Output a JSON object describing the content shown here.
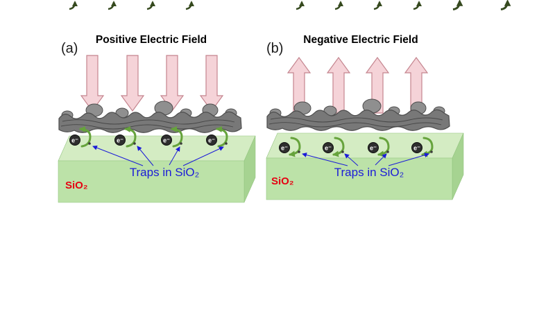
{
  "figure": {
    "type": "scientific-schematic",
    "description_visible_text_only": true
  },
  "panels": [
    {
      "label": "(a)",
      "title": "Positive Electric Field",
      "field_arrow_direction": "down",
      "field_arrow_count": 4,
      "substrate_label": "SiO₂",
      "traps_label": "Traps in SiO₂",
      "electrons": [
        "e⁻",
        "e⁻",
        "e⁻",
        "e⁻"
      ]
    },
    {
      "label": "(b)",
      "title": "Negative Electric Field",
      "field_arrow_direction": "up",
      "field_arrow_count": 4,
      "substrate_label": "SiO₂",
      "traps_label": "Traps in SiO₂",
      "electrons": [
        "e⁻",
        "e⁻",
        "e⁻",
        "e⁻"
      ]
    }
  ],
  "icons": {
    "field-arrow-icon": "thick block arrow (pink fill, rose outline)",
    "electron-icon": "dark filled circle containing e⁻",
    "detrap-arrow-icon": "green curved hook arrow",
    "trap-pointer-arrow": "thin blue leader arrow from label to trap site",
    "nanomaterial-film": "rough bumpy gray layer",
    "sio2-substrate": "light green 3D slab"
  },
  "colors": {
    "field_arrow_fill": "#f5d3d8",
    "field_arrow_stroke": "#c4848e",
    "film_gray": "#787878",
    "film_bump_gray": "#8f8f8f",
    "substrate_green_top": "#d4ecc3",
    "substrate_green_front": "#bce2a8",
    "curved_arrow_green": "#66a33c",
    "traps_text_blue": "#1b1bd8",
    "substrate_text_red": "#e60012",
    "title_black": "#000000",
    "background": "#ffffff"
  }
}
